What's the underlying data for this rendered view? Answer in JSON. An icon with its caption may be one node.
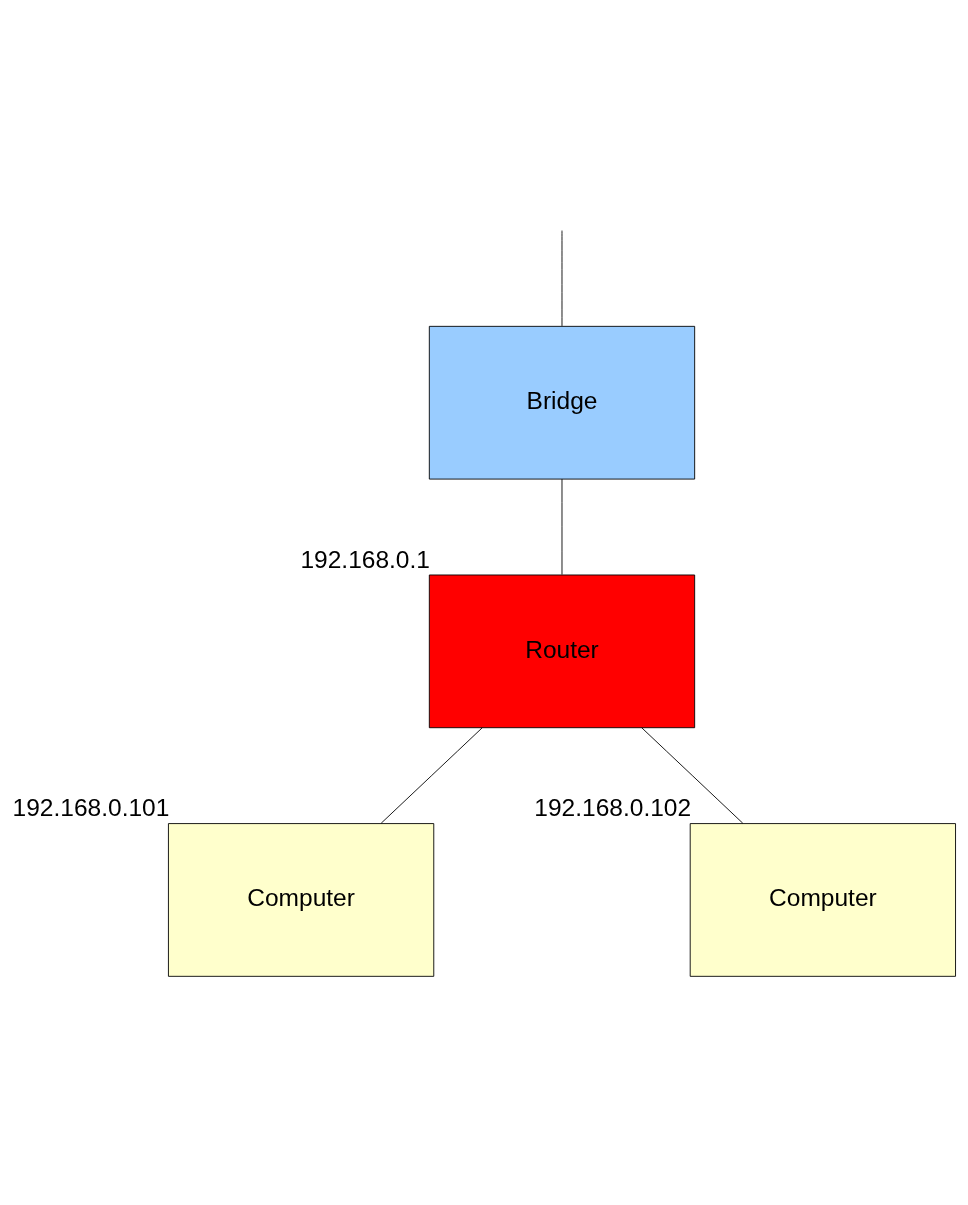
{
  "diagram": {
    "nodes": [
      {
        "text": [
          "Bridge"
        ]
      },
      {
        "text": [
          "Router"
        ],
        "beside": [
          "192.168.0.1"
        ]
      },
      {
        "text": [
          "Computer"
        ],
        "beside": [
          "192.168.0.101"
        ]
      },
      {
        "text": [
          "Computer"
        ],
        "beside": [
          "192.168.0.102"
        ]
      }
    ],
    "edges": [
      {
        "from": null,
        "to": 0,
        "arrow": "none"
      },
      {
        "from": 0,
        "to": 1,
        "arrow": "none"
      },
      {
        "from": 1,
        "to": 2,
        "arrow": "none"
      },
      {
        "from": 1,
        "to": 3,
        "arrow": "none"
      }
    ]
  }
}
